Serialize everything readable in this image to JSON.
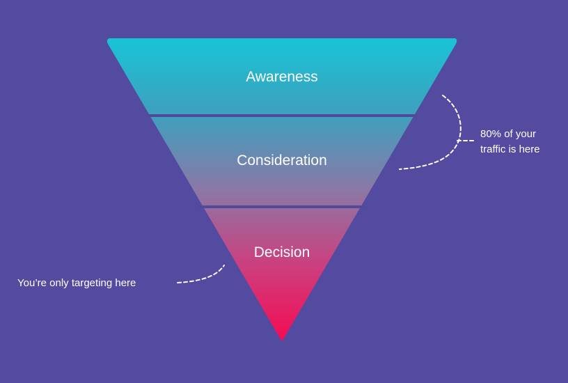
{
  "funnel": {
    "stages": [
      {
        "label": "Awareness"
      },
      {
        "label": "Consideration"
      },
      {
        "label": "Decision"
      }
    ]
  },
  "annotations": {
    "top_stages_note": {
      "lines": [
        "80% of your",
        "traffic is here"
      ]
    },
    "decision_note": {
      "text": "You’re only targeting here"
    }
  },
  "colors": {
    "background": "#524ba0",
    "funnel_top": "#19c4d6",
    "funnel_mid": "#7b7aa6",
    "funnel_bottom": "#f50c52",
    "divider": "#4f4a9a",
    "text": "#ffffff"
  }
}
